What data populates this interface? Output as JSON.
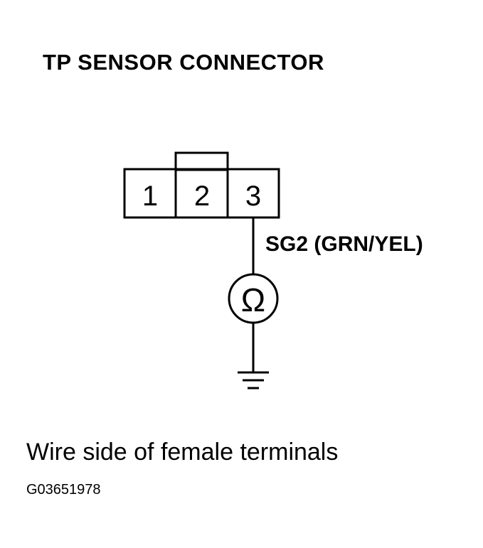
{
  "title": "TP SENSOR CONNECTOR",
  "connector": {
    "terminals": [
      "1",
      "2",
      "3"
    ],
    "keyed_terminal": "2"
  },
  "wire": {
    "label": "SG2 (GRN/YEL)",
    "from_terminal": "3"
  },
  "meter": {
    "symbol": "Ω",
    "icon": "ohmmeter-icon"
  },
  "ground": {
    "icon": "ground-icon"
  },
  "caption": "Wire side of female terminals",
  "figure_id": "G03651978"
}
